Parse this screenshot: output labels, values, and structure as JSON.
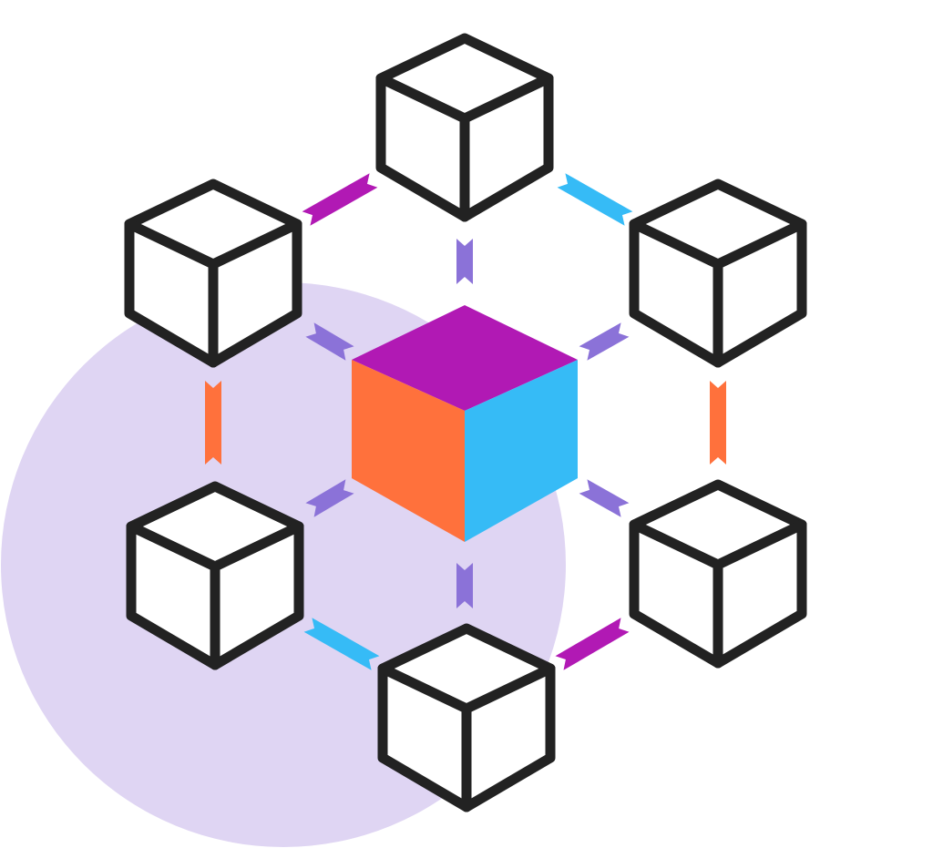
{
  "illustration": {
    "icon": "blockchain-network-icon",
    "colors": {
      "background": "#ffffff",
      "circle": "#dfd5f3",
      "outline": "#222222",
      "cube_fill": "#ffffff",
      "center_top": "#b119b4",
      "center_left": "#ff713c",
      "center_right": "#36bbf6",
      "link_purple": "#8b72d8",
      "link_magenta": "#b119b4",
      "link_blue": "#36bbf6",
      "link_orange": "#ff713c"
    },
    "nodes": [
      "outer-cube-top",
      "outer-cube-top-left",
      "outer-cube-top-right",
      "outer-cube-bottom-left",
      "outer-cube-bottom-right",
      "outer-cube-bottom"
    ],
    "center": "center-cube"
  }
}
